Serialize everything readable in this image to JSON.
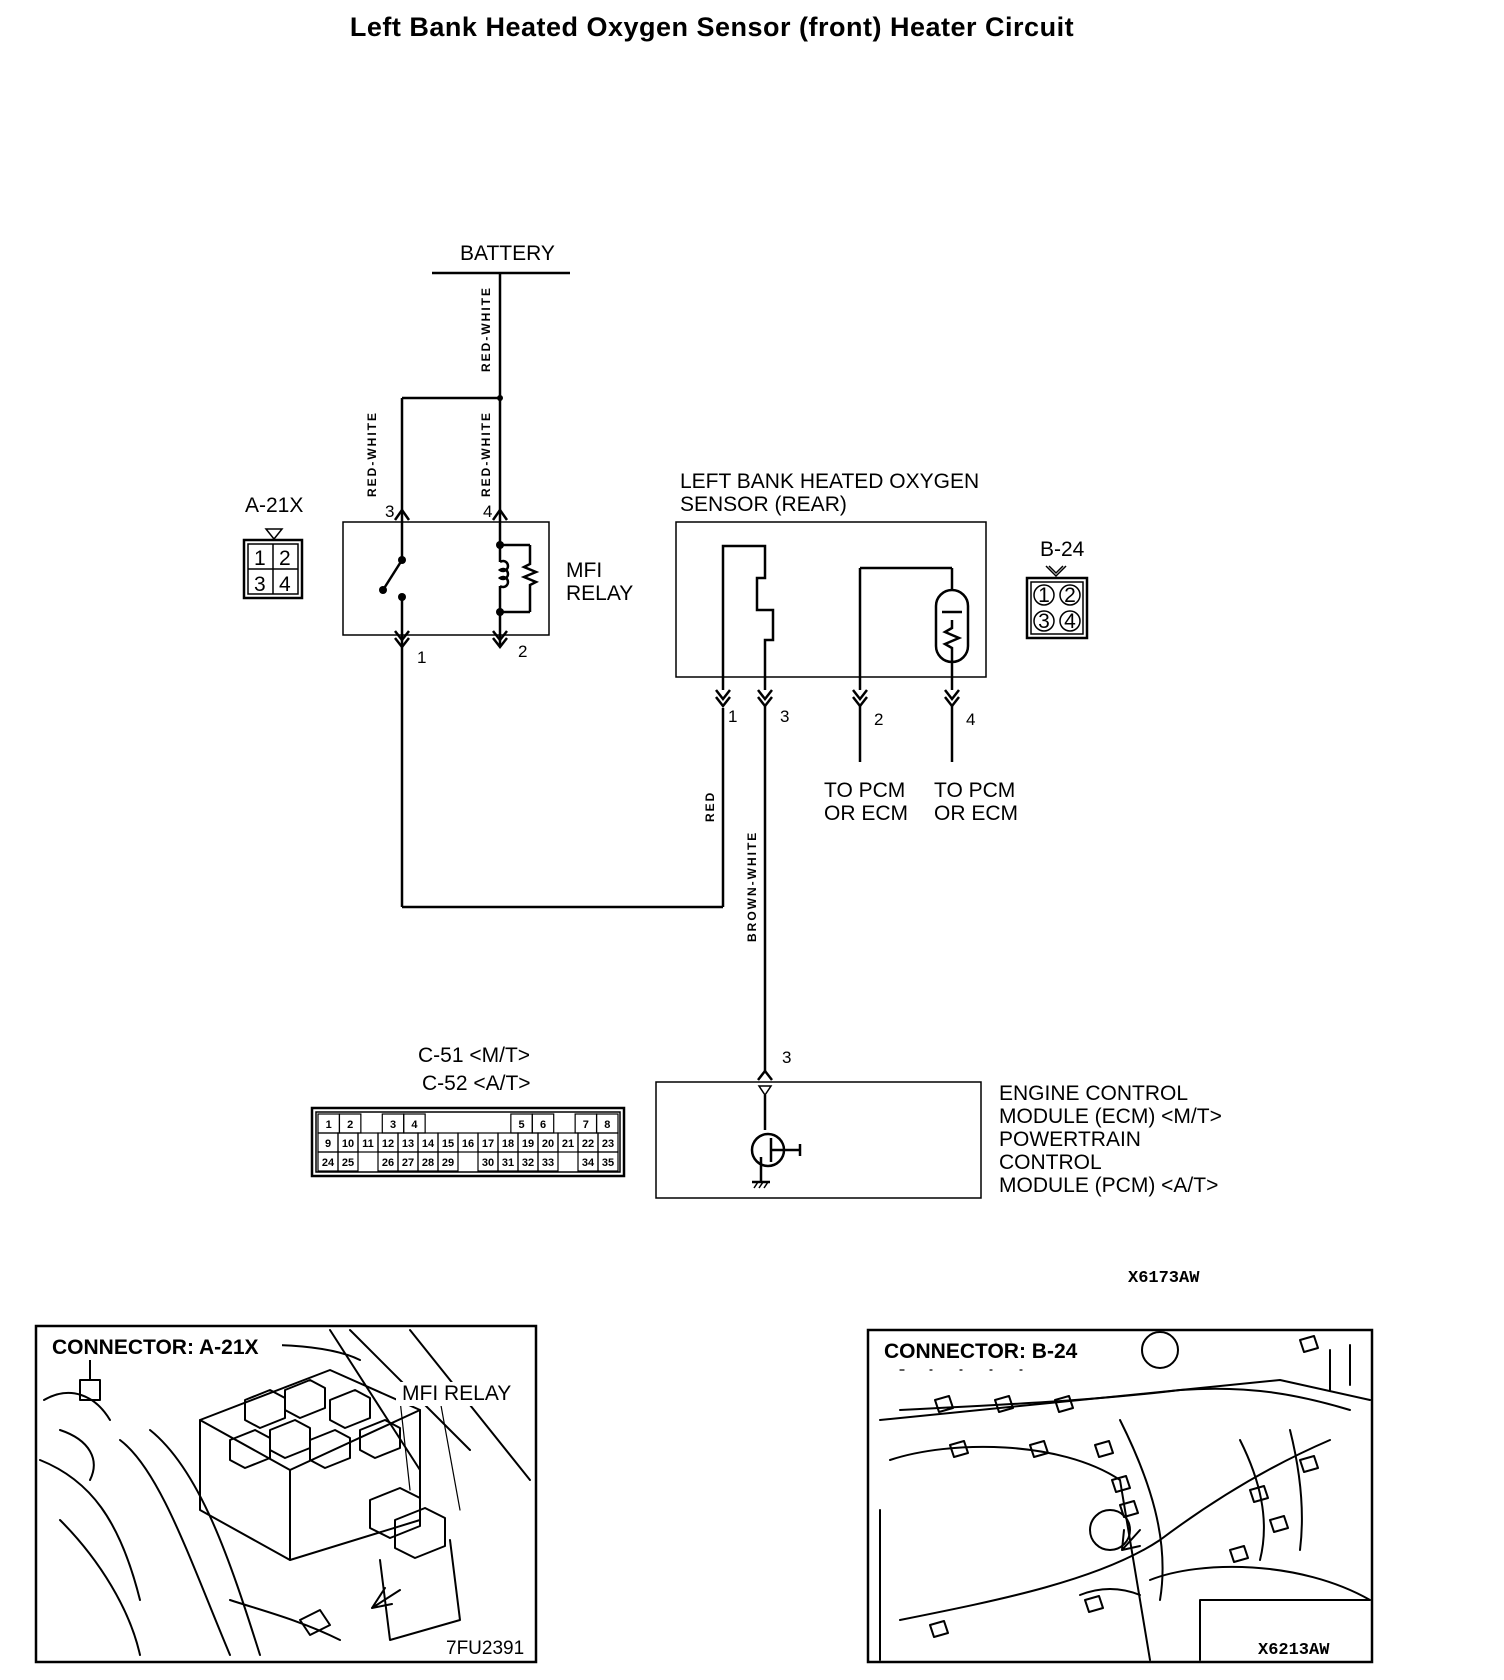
{
  "title": "Left Bank Heated Oxygen Sensor (front) Heater Circuit",
  "battery_label": "BATTERY",
  "wire_colors": {
    "battery_feed": "RED-WHITE",
    "relay_pin3": "RED-WHITE",
    "relay_pin4": "RED-WHITE",
    "sensor_pin1": "RED",
    "sensor_pin3": "BROWN-WHITE"
  },
  "connector_a21x": {
    "name": "A-21X",
    "cells": [
      "1",
      "2",
      "3",
      "4"
    ]
  },
  "mfi_relay": {
    "label_line1": "MFI",
    "label_line2": "RELAY",
    "pins": {
      "p3": "3",
      "p4": "4",
      "p1": "1",
      "p2": "2"
    }
  },
  "sensor": {
    "label_line1": "LEFT BANK HEATED OXYGEN",
    "label_line2": "SENSOR (REAR)",
    "pins": {
      "p1": "1",
      "p3": "3",
      "p2": "2",
      "p4": "4"
    },
    "to_pcm_line1": "TO PCM",
    "to_pcm_line2": "OR ECM"
  },
  "connector_b24": {
    "name": "B-24",
    "cells": [
      "1",
      "2",
      "3",
      "4"
    ]
  },
  "ecm_connector": {
    "line1": "C-51 <M/T>",
    "line2": "C-52 <A/T>",
    "row1": [
      "1",
      "2",
      "",
      "3",
      "4",
      "",
      "",
      "",
      "",
      "5",
      "6",
      "",
      "7",
      "8"
    ],
    "row2": [
      "9",
      "10",
      "11",
      "12",
      "13",
      "14",
      "15",
      "16",
      "17",
      "18",
      "19",
      "20",
      "21",
      "22",
      "23"
    ],
    "row3": [
      "24",
      "25",
      "",
      "26",
      "27",
      "28",
      "29",
      "",
      "30",
      "31",
      "32",
      "33",
      "",
      "34",
      "35"
    ]
  },
  "ecm": {
    "pin": "3",
    "line1": "ENGINE CONTROL",
    "line2": "MODULE (ECM) <M/T>",
    "line3": "POWERTRAIN",
    "line4": "CONTROL",
    "line5": "MODULE (PCM) <A/T>"
  },
  "diagram_code": "X6173AW",
  "photo_a": {
    "connector_label": "CONNECTOR: A-21X",
    "callout": "MFI RELAY",
    "code": "7FU2391"
  },
  "photo_b": {
    "connector_label": "CONNECTOR: B-24",
    "code": "X6213AW"
  }
}
